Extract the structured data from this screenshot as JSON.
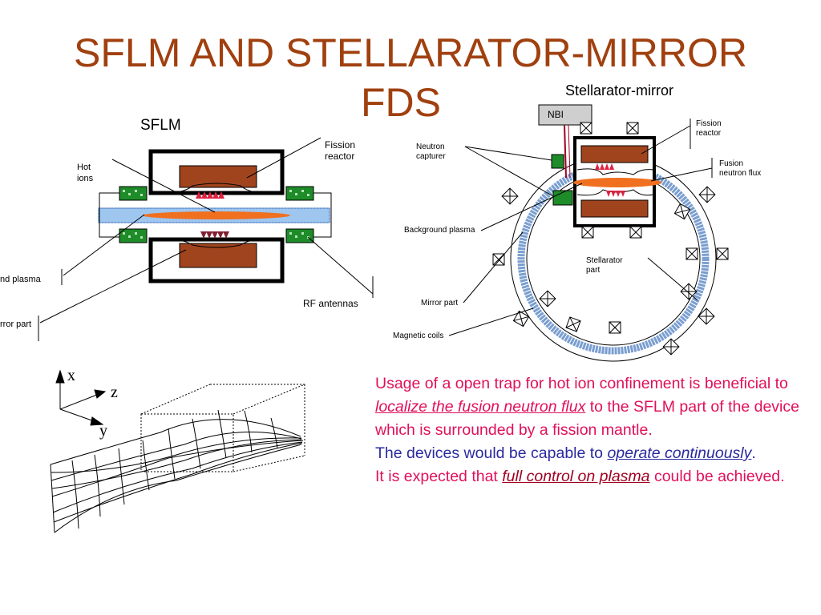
{
  "slide": {
    "title_line1": "SFLM AND STELLARATOR-MIRROR",
    "title_line2": "FDS"
  },
  "sflm": {
    "heading": "SFLM",
    "labels": {
      "fission_reactor_1": "Fission",
      "fission_reactor_2": "reactor",
      "hot_ions_1": "Hot",
      "hot_ions_2": "ions",
      "background_plasma": "nd plasma",
      "mirror_part": "rror part",
      "rf_antennas": "RF antennas"
    }
  },
  "stellarator": {
    "heading": "Stellarator-mirror",
    "labels": {
      "nbi": "NBI",
      "neutron_capturer_1": "Neutron",
      "neutron_capturer_2": "capturer",
      "fission_reactor_1": "Fission",
      "fission_reactor_2": "reactor",
      "fusion_flux_1": "Fusion",
      "fusion_flux_2": "neutron flux",
      "background_plasma": "Background plasma",
      "stellarator_part_1": "Stellarator",
      "stellarator_part_2": "part",
      "mirror_part": "Mirror part",
      "magnetic_coils": "Magnetic coils"
    }
  },
  "axes3d": {
    "x": "x",
    "z": "z",
    "y": "y"
  },
  "text": {
    "p1_a": "Usage of a open trap for hot ion confinement  is beneficial to ",
    "p1_link": "localize the fusion neutron flux",
    "p1_b": " to the SFLM part of the device which is surrounded by a fission mantle.",
    "p2_a": "The devices would be capable to ",
    "p2_link": "operate continuously",
    "p2_b": ".",
    "p3_a": "It is expected that ",
    "p3_link": "full control on plasma",
    "p3_b": " could be achieved."
  },
  "colors": {
    "title": "#a0400f",
    "red_text": "#e0105a",
    "blue_text": "#2a2aa0",
    "dark_red_link": "#a00020",
    "reactor_brown": "#a0441e",
    "coil_green": "#1e8c28",
    "plasma_orange": "#f07020",
    "plasma_blue": "#7aaee0"
  }
}
